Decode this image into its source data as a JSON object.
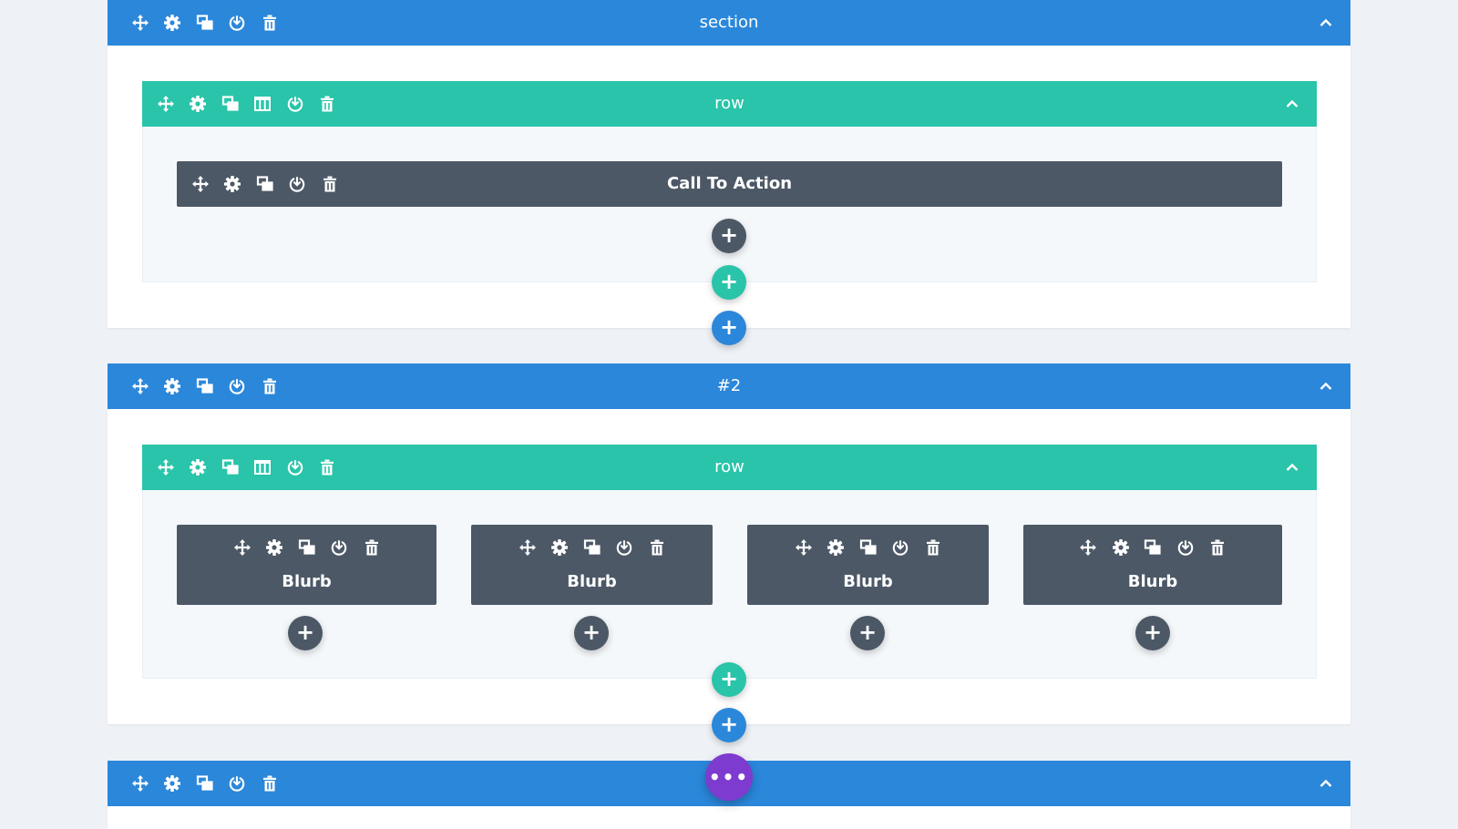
{
  "colors": {
    "section": "#2b87da",
    "row": "#29c4a9",
    "module": "#4c5866",
    "more": "#7e3bd0",
    "background": "#eef1f6"
  },
  "icons": {
    "section_toolbar": [
      "move-icon",
      "gear-icon",
      "duplicate-icon",
      "save-icon",
      "trash-icon"
    ],
    "row_toolbar": [
      "move-icon",
      "gear-icon",
      "duplicate-icon",
      "columns-icon",
      "save-icon",
      "trash-icon"
    ],
    "module_toolbar": [
      "move-icon",
      "gear-icon",
      "duplicate-icon",
      "save-icon",
      "trash-icon"
    ]
  },
  "sections": [
    {
      "title": "section",
      "row": {
        "title": "row",
        "modules": [
          {
            "title": "Call To Action"
          }
        ]
      }
    },
    {
      "title": "#2",
      "row": {
        "title": "row",
        "modules": [
          {
            "title": "Blurb"
          },
          {
            "title": "Blurb"
          },
          {
            "title": "Blurb"
          },
          {
            "title": "Blurb"
          }
        ]
      }
    },
    {
      "title": ""
    }
  ],
  "buttons": {
    "add": "+",
    "more": "•••"
  }
}
